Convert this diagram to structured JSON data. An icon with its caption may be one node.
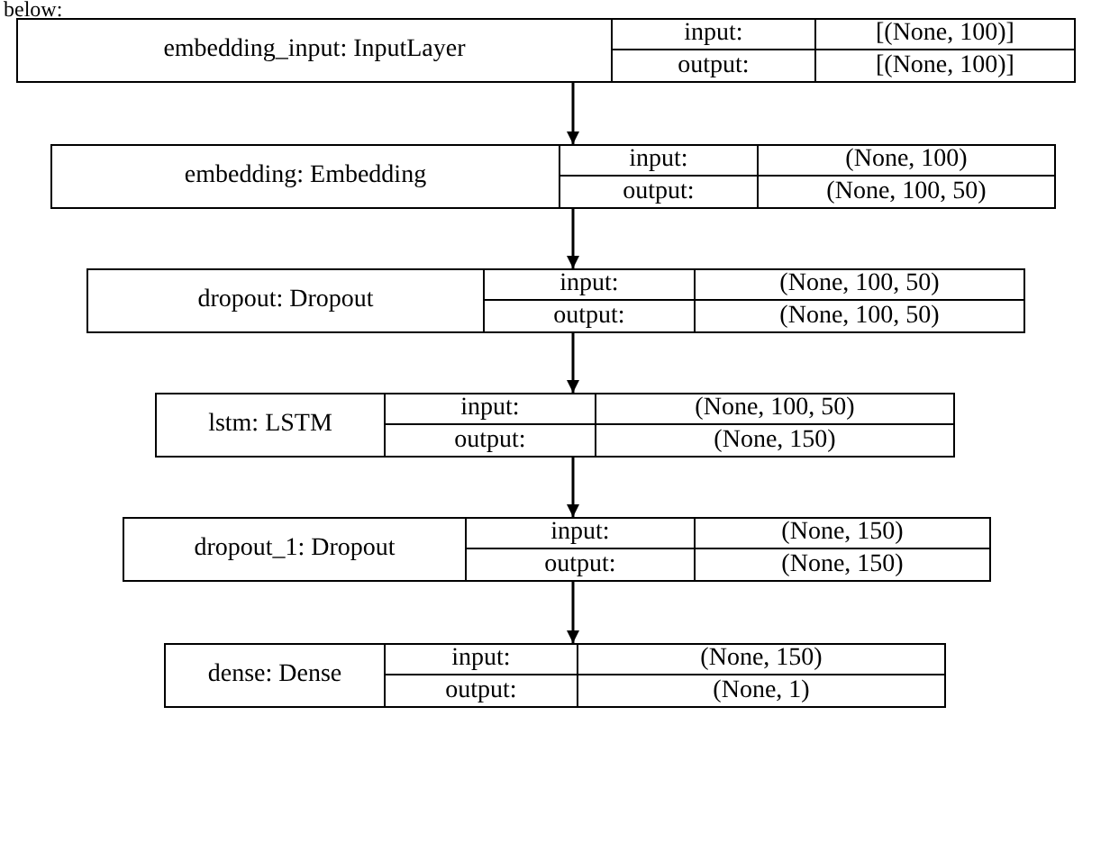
{
  "diagram": {
    "nodes": [
      {
        "text": [
          "embedding_input: InputLayer",
          "input:",
          "[(None, 100)]",
          "output:",
          "[(None, 100)]"
        ]
      },
      {
        "text": [
          "embedding: Embedding",
          "input:",
          "(None, 100)",
          "output:",
          "(None, 100, 50)"
        ]
      },
      {
        "text": [
          "dropout: Dropout",
          "input:",
          "(None, 100, 50)",
          "output:",
          "(None, 100, 50)"
        ]
      },
      {
        "text": [
          "lstm: LSTM",
          "input:",
          "(None, 100, 50)",
          "output:",
          "(None, 150)"
        ]
      },
      {
        "text": [
          "dropout_1: Dropout",
          "input:",
          "(None, 150)",
          "output:",
          "(None, 150)"
        ]
      },
      {
        "text": [
          "dense: Dense",
          "input:",
          "(None, 150)",
          "output:",
          "(None, 1)"
        ]
      }
    ],
    "edges": [
      {
        "from": 0,
        "to": 1,
        "arrow": "to"
      },
      {
        "from": 1,
        "to": 2,
        "arrow": "to"
      },
      {
        "from": 2,
        "to": 3,
        "arrow": "to"
      },
      {
        "from": 3,
        "to": 4,
        "arrow": "to"
      },
      {
        "from": 4,
        "to": 5,
        "arrow": "to"
      }
    ],
    "labels": [
      "below:"
    ]
  }
}
